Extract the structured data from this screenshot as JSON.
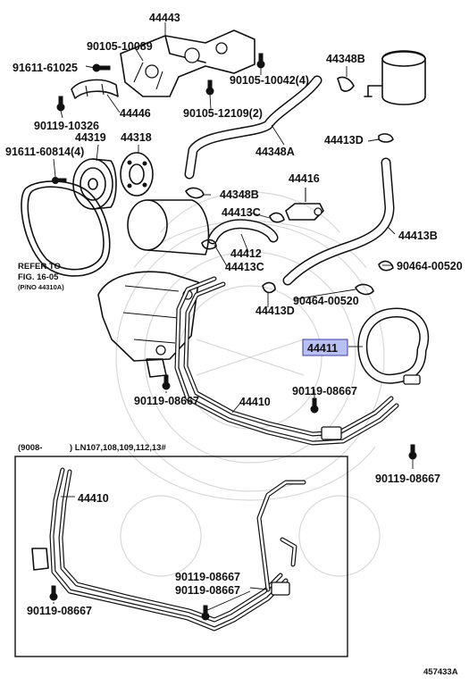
{
  "labels": {
    "p44443": "44443",
    "p90105_10089": "90105-10089",
    "p91611_61025": "91611-61025",
    "p90119_10326": "90119-10326",
    "p44446": "44446",
    "p90105_12109": "90105-12109(2)",
    "p90105_10042": "90105-10042(4)",
    "p44348B_top": "44348B",
    "p91611_60814": "91611-60814(4)",
    "p44319": "44319",
    "p44318": "44318",
    "p44348A": "44348A",
    "p44413D_top": "44413D",
    "p44348B_mid": "44348B",
    "p44416": "44416",
    "p44413C_a": "44413C",
    "p44412": "44412",
    "p44413C_b": "44413C",
    "p44413B": "44413B",
    "p90464_00520_a": "90464-00520",
    "p90464_00520_b": "90464-00520",
    "p44413D_bot": "44413D",
    "p44411": "44411",
    "p90119_08667_a": "90119-08667",
    "p44410_top": "44410",
    "p90119_08667_b": "90119-08667",
    "p90119_08667_c": "90119-08667",
    "p44410_box": "44410",
    "p90119_08667_d": "90119-08667",
    "p90119_08667_e": "90119-08667",
    "p90119_08667_f": "90119-08667",
    "refer_line1": "REFER TO",
    "refer_line2": "FIG. 16-05",
    "refer_line3": "(P/NO 44310A)",
    "box_header_date": "(9008-",
    "box_header_models": ") LN107,108,109,112,13#",
    "doc_number": "457433A"
  },
  "highlight_color": "#b9bff2"
}
